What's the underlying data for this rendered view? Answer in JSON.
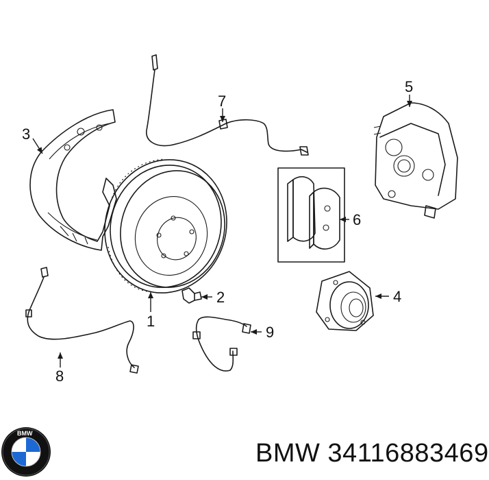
{
  "callouts": {
    "n1": "1",
    "n2": "2",
    "n3": "3",
    "n4": "4",
    "n5": "5",
    "n6": "6",
    "n7": "7",
    "n8": "8",
    "n9": "9"
  },
  "logo": {
    "name": "bmw-roundel",
    "text": "BMW",
    "colors": {
      "ring": "#111111",
      "blue": "#1c69d4",
      "white": "#ffffff"
    }
  },
  "caption": "BMW 34116883469"
}
